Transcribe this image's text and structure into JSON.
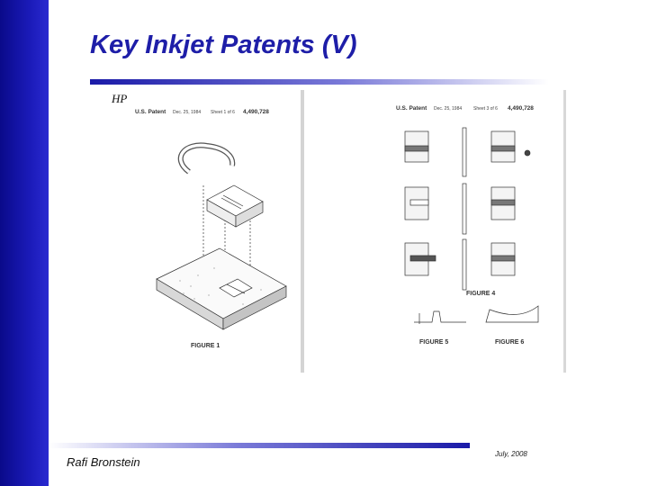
{
  "slide": {
    "title": "Key Inkjet Patents (V)",
    "image_label": "HP",
    "author": "Rafi Bronstein",
    "date": "July, 2008"
  },
  "patent_left": {
    "header_org": "U.S. Patent",
    "header_date": "Dec. 25, 1984",
    "header_sheet": "Sheet 1 of 6",
    "header_number": "4,490,728",
    "figure_caption": "FIGURE 1"
  },
  "patent_right": {
    "header_org": "U.S. Patent",
    "header_date": "Dec. 25, 1984",
    "header_sheet": "Sheet 3 of 6",
    "header_number": "4,490,728",
    "figure4_caption": "FIGURE 4",
    "figure5_caption": "FIGURE 5",
    "figure6_caption": "FIGURE 6"
  },
  "colors": {
    "sidebar": "#1a1ab8",
    "title": "#1e1ea8"
  }
}
